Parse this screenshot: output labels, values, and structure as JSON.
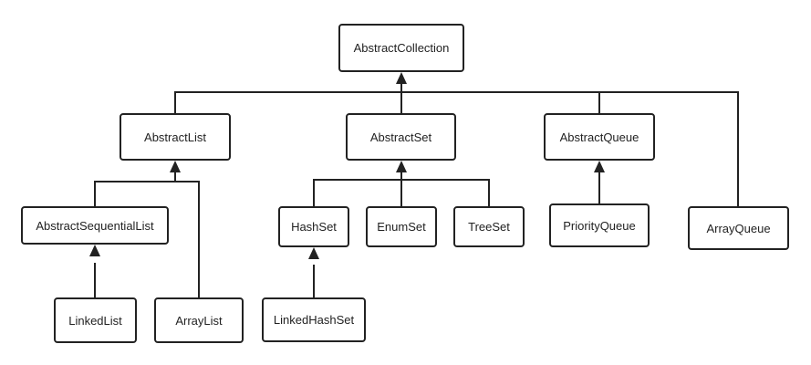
{
  "nodes": {
    "abstract_collection": "AbstractCollection",
    "abstract_list": "AbstractList",
    "abstract_set": "AbstractSet",
    "abstract_queue": "AbstractQueue",
    "abstract_sequential_list": "AbstractSequentialList",
    "hash_set": "HashSet",
    "enum_set": "EnumSet",
    "tree_set": "TreeSet",
    "priority_queue": "PriorityQueue",
    "array_queue": "ArrayQueue",
    "linked_list": "LinkedList",
    "array_list": "ArrayList",
    "linked_hash_set": "LinkedHashSet"
  },
  "edges": [
    {
      "from": "AbstractList",
      "to": "AbstractCollection"
    },
    {
      "from": "AbstractSet",
      "to": "AbstractCollection"
    },
    {
      "from": "AbstractQueue",
      "to": "AbstractCollection"
    },
    {
      "from": "ArrayQueue",
      "to": "AbstractCollection"
    },
    {
      "from": "AbstractSequentialList",
      "to": "AbstractList"
    },
    {
      "from": "ArrayList",
      "to": "AbstractList"
    },
    {
      "from": "LinkedList",
      "to": "AbstractSequentialList"
    },
    {
      "from": "HashSet",
      "to": "AbstractSet"
    },
    {
      "from": "EnumSet",
      "to": "AbstractSet"
    },
    {
      "from": "TreeSet",
      "to": "AbstractSet"
    },
    {
      "from": "LinkedHashSet",
      "to": "HashSet"
    },
    {
      "from": "PriorityQueue",
      "to": "AbstractQueue"
    }
  ],
  "colors": {
    "line": "#222222",
    "box_border": "#222222",
    "background": "#ffffff"
  }
}
